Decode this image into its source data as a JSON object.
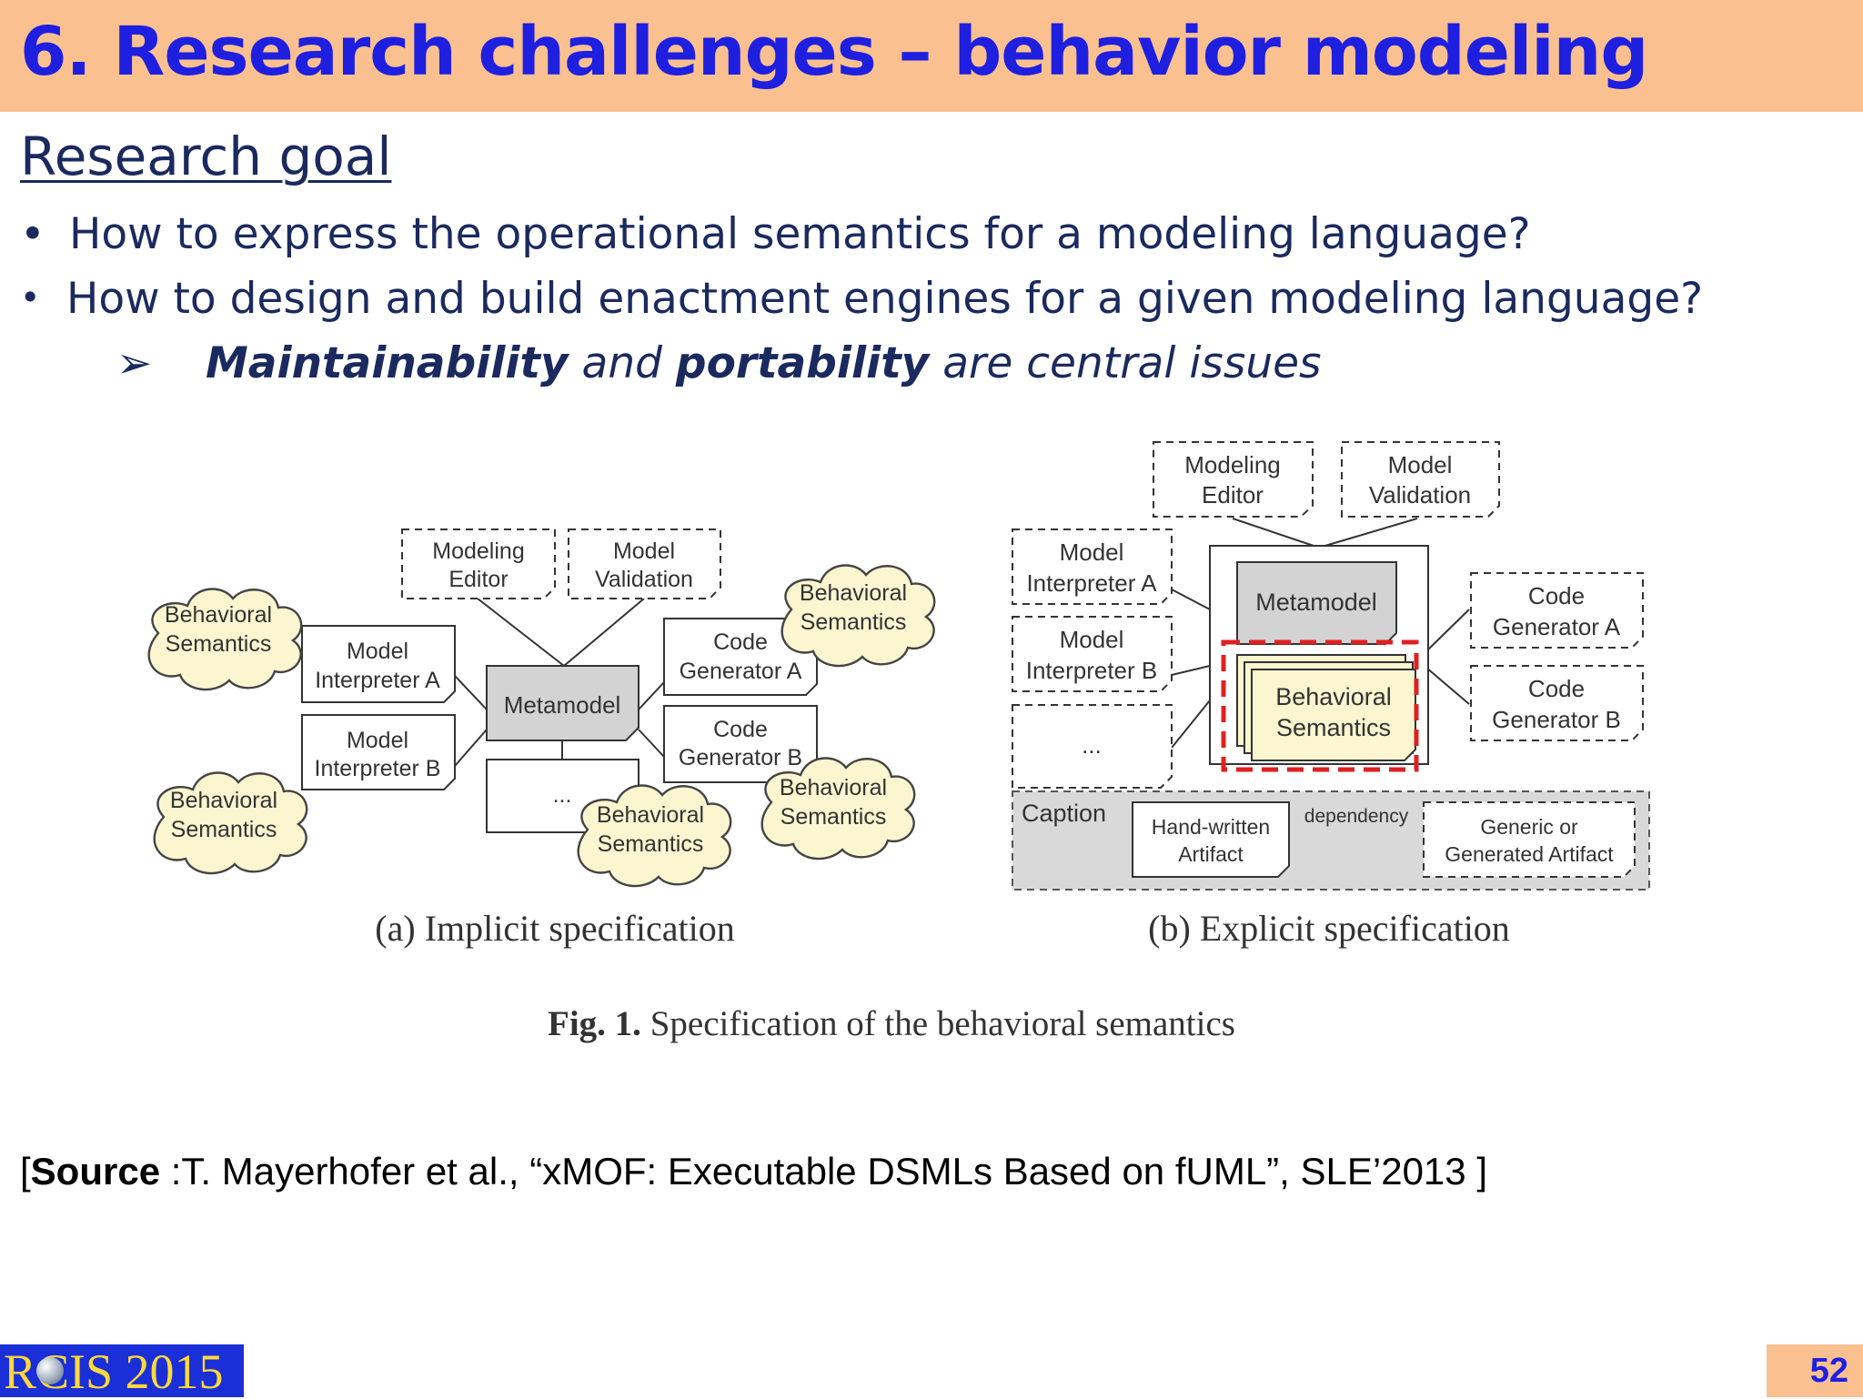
{
  "slide": {
    "title": "6. Research challenges – behavior modeling",
    "subtitle": "Research goal",
    "bullets": [
      "How to express the operational semantics for a modeling language?",
      "How to design and build enactment engines for a given modeling language?"
    ],
    "sub_bullet": {
      "marker": "➢",
      "part1": "Maintainability",
      "part2": " and ",
      "part3": "portability",
      "part4": " are central issues"
    },
    "source": {
      "open": "[",
      "label": "Source",
      "text": " :T. Mayerhofer et al., “xMOF: Executable DSMLs Based on fUML”,  SLE’2013 ]"
    },
    "logo_text": "RCIS 2015",
    "page_number": "52"
  },
  "figure": {
    "caption_bold": "Fig. 1.",
    "caption_text": " Specification of the behavioral semantics",
    "a": {
      "caption": "(a) Implicit specification",
      "modeling_editor": [
        "Modeling",
        "Editor"
      ],
      "model_validation": [
        "Model",
        "Validation"
      ],
      "metamodel": "Metamodel",
      "interpreter_a": [
        "Model",
        "Interpreter A"
      ],
      "interpreter_b": [
        "Model",
        "Interpreter B"
      ],
      "generator_a": [
        "Code",
        "Generator A"
      ],
      "generator_b": [
        "Code",
        "Generator B"
      ],
      "ellipsis": "...",
      "behavioral_semantics": [
        "Behavioral",
        "Semantics"
      ]
    },
    "b": {
      "caption": "(b) Explicit specification",
      "modeling_editor": [
        "Modeling",
        "Editor"
      ],
      "model_validation": [
        "Model",
        "Validation"
      ],
      "metamodel": "Metamodel",
      "interpreter_a": [
        "Model",
        "Interpreter A"
      ],
      "interpreter_b": [
        "Model",
        "Interpreter B"
      ],
      "ellipsis": "...",
      "behavioral_semantics": [
        "Behavioral",
        "Semantics"
      ],
      "generator_a": [
        "Code",
        "Generator A"
      ],
      "generator_b": [
        "Code",
        "Generator B"
      ],
      "legend": {
        "title": "Caption",
        "hand_written": [
          "Hand-written",
          "Artifact"
        ],
        "dependency": "dependency",
        "generated": [
          "Generic or",
          "Generated Artifact"
        ]
      }
    }
  },
  "colors": {
    "title_bar": "#fac090",
    "title_text": "#1f1fe0",
    "body_text": "#1b2a5e",
    "cloud_fill": "#fbf6d0",
    "metamodel_fill": "#d3d3d3",
    "legend_fill": "#d9d9d9",
    "highlight": "#e02020"
  }
}
